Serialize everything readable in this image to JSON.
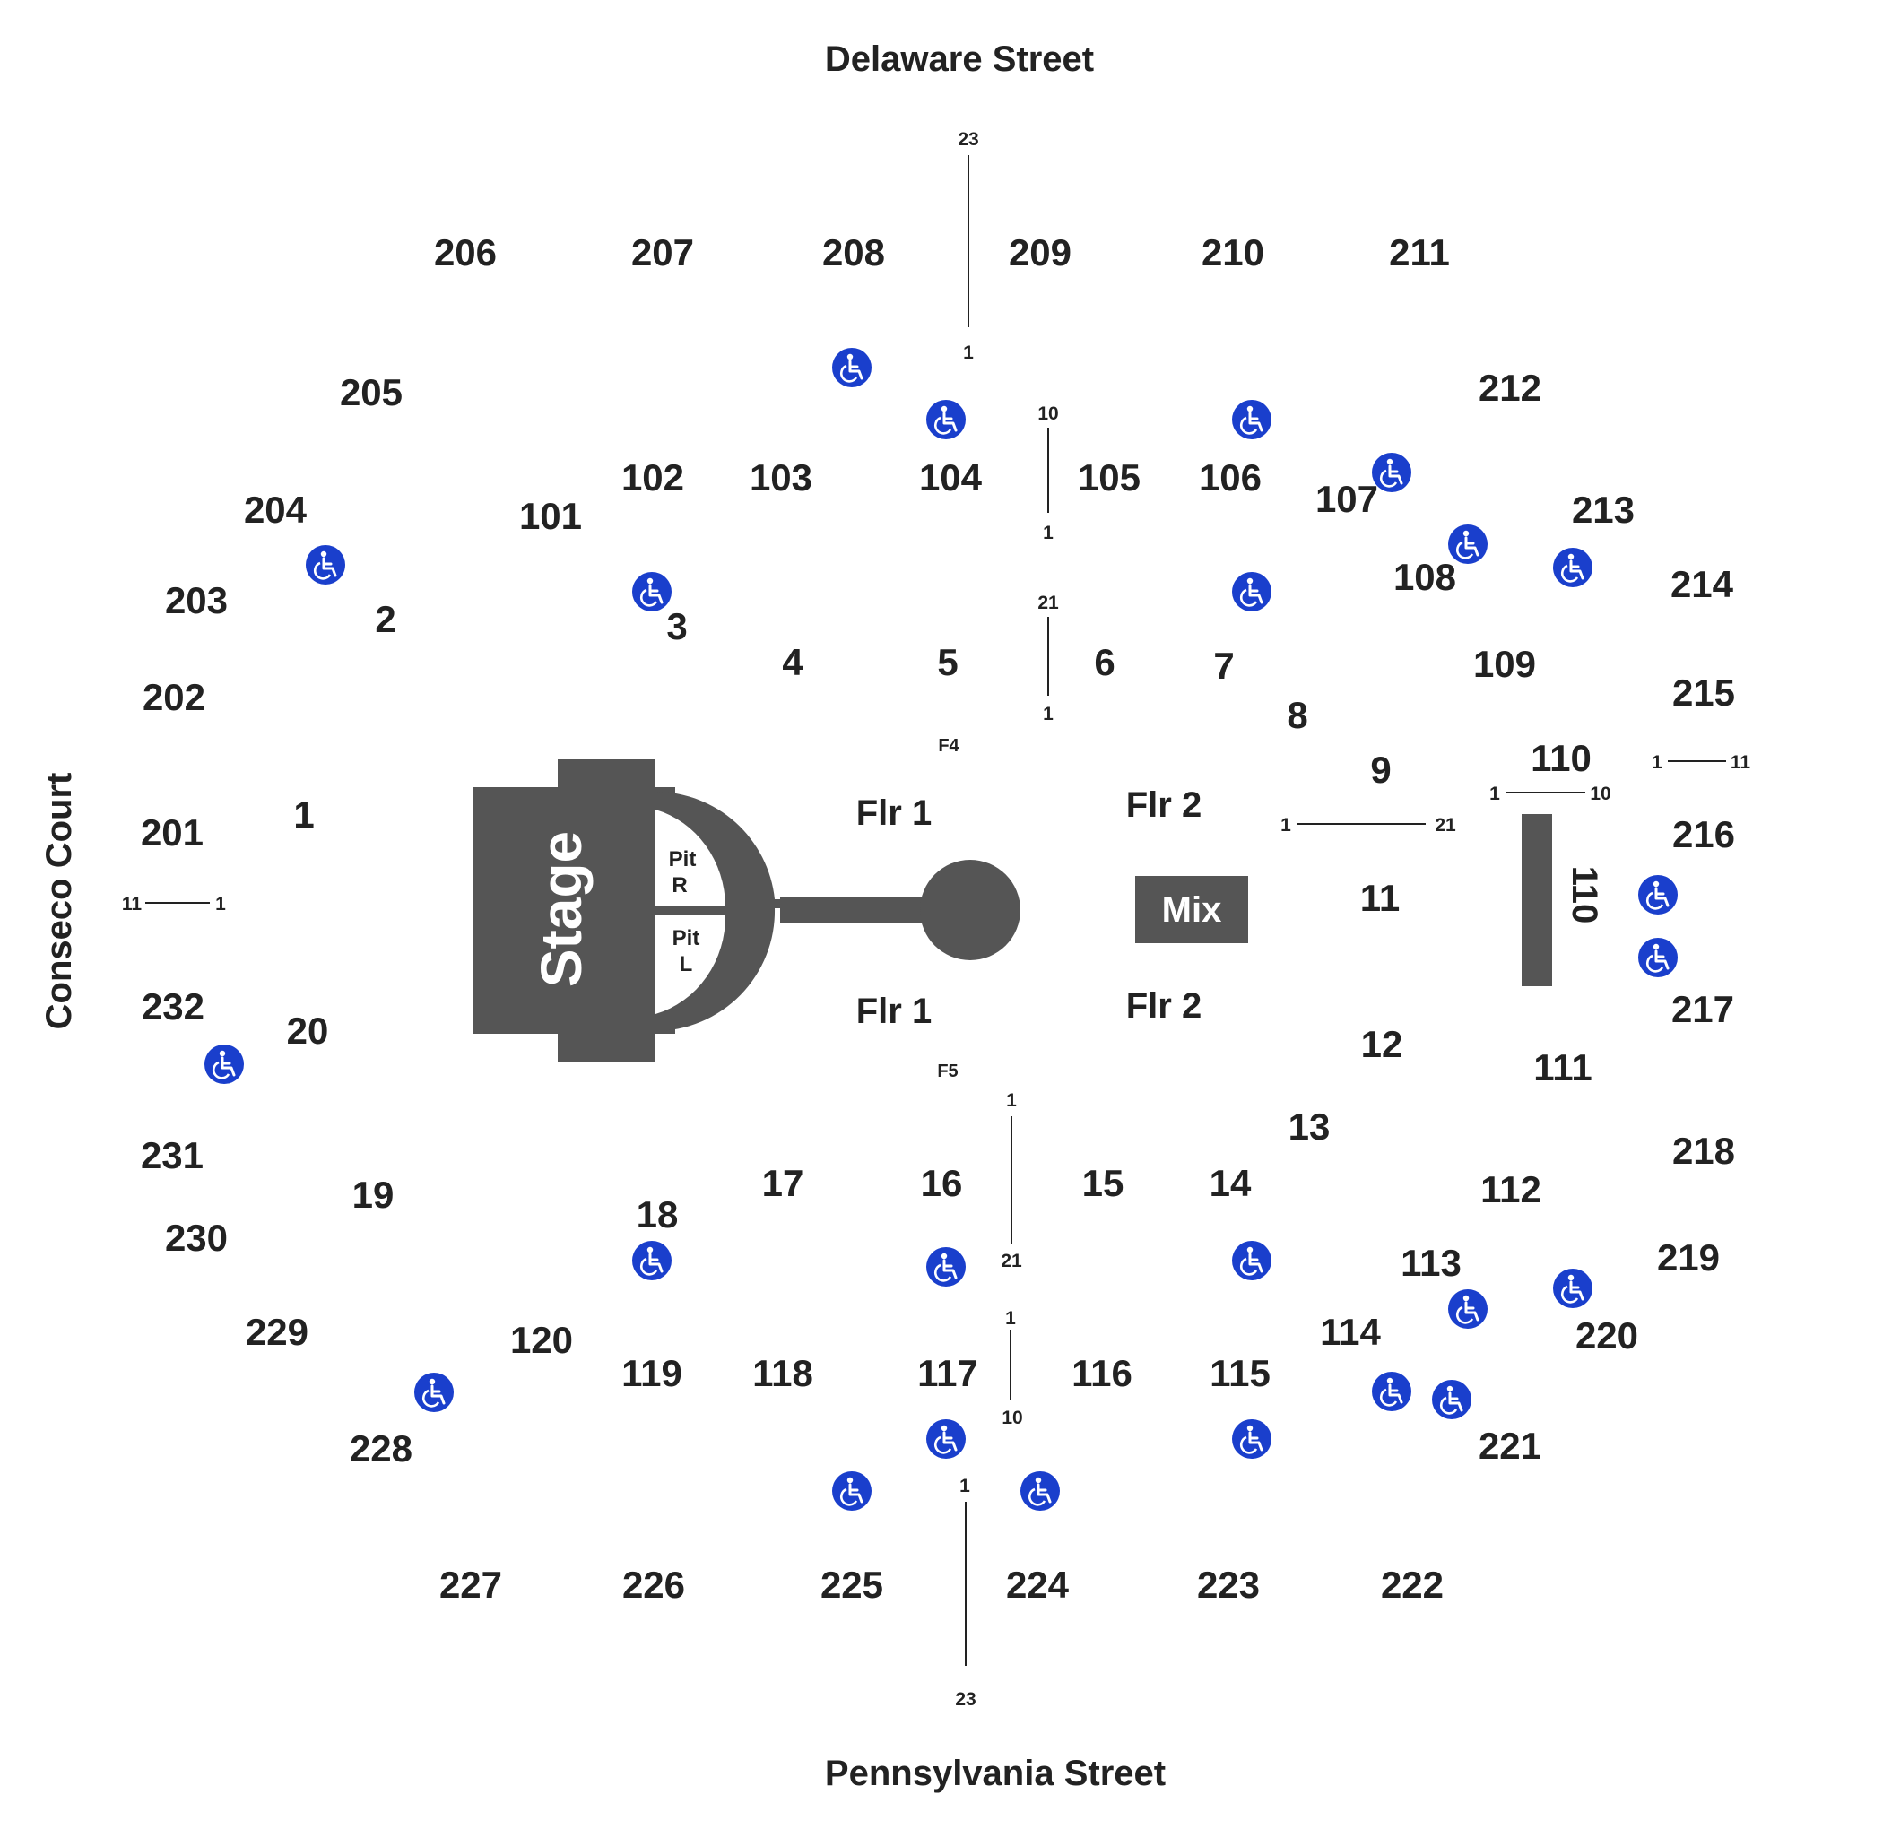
{
  "streets": {
    "north": "Delaware Street",
    "south": "Pennsylvania Street",
    "west": "Conseco Court"
  },
  "stage": {
    "label": "Stage",
    "pit_right": [
      "Pit",
      "R"
    ],
    "pit_left": [
      "Pit",
      "L"
    ],
    "mix_label": "Mix",
    "bar_label": "110"
  },
  "floor": {
    "flr1_top": "Flr 1",
    "flr1_bottom": "Flr 1",
    "flr2_top": "Flr 2",
    "flr2_bottom": "Flr 2",
    "f4": "F4",
    "f5": "F5"
  },
  "sections_200": [
    "206",
    "207",
    "208",
    "209",
    "210",
    "211",
    "205",
    "212",
    "204",
    "213",
    "203",
    "214",
    "202",
    "215",
    "201",
    "216",
    "232",
    "217",
    "231",
    "218",
    "230",
    "219",
    "229",
    "220",
    "228",
    "221",
    "227",
    "226",
    "225",
    "224",
    "223",
    "222"
  ],
  "sections_100": [
    "101",
    "102",
    "103",
    "104",
    "105",
    "106",
    "107",
    "108",
    "109",
    "110",
    "111",
    "112",
    "113",
    "114",
    "115",
    "116",
    "117",
    "118",
    "119",
    "120"
  ],
  "sections_floor_ring": [
    "1",
    "2",
    "3",
    "4",
    "5",
    "6",
    "7",
    "8",
    "9",
    "11",
    "12",
    "13",
    "14",
    "15",
    "16",
    "17",
    "18",
    "19",
    "20"
  ],
  "row_markers": {
    "top_line_top": "23",
    "top_line_bottom": "1",
    "s105_top": "10",
    "s105_bottom": "1",
    "s6_top": "21",
    "s6_bottom": "1",
    "s15_top": "1",
    "s15_bottom": "21",
    "s116_top": "1",
    "s116_bottom": "10",
    "bottom_line_top": "1",
    "bottom_line_bottom": "23",
    "s9_left": "1",
    "s9_right": "21",
    "s110_left": "1",
    "s110_right": "10",
    "s216_left": "1",
    "s216_right": "11",
    "s201_left": "11",
    "s201_right": "1"
  },
  "accessible_icon": "wheelchair-icon",
  "accessible_count": 24,
  "colors": {
    "stage": "#555555",
    "accessible": "#1a3fcc",
    "text": "#222222"
  }
}
